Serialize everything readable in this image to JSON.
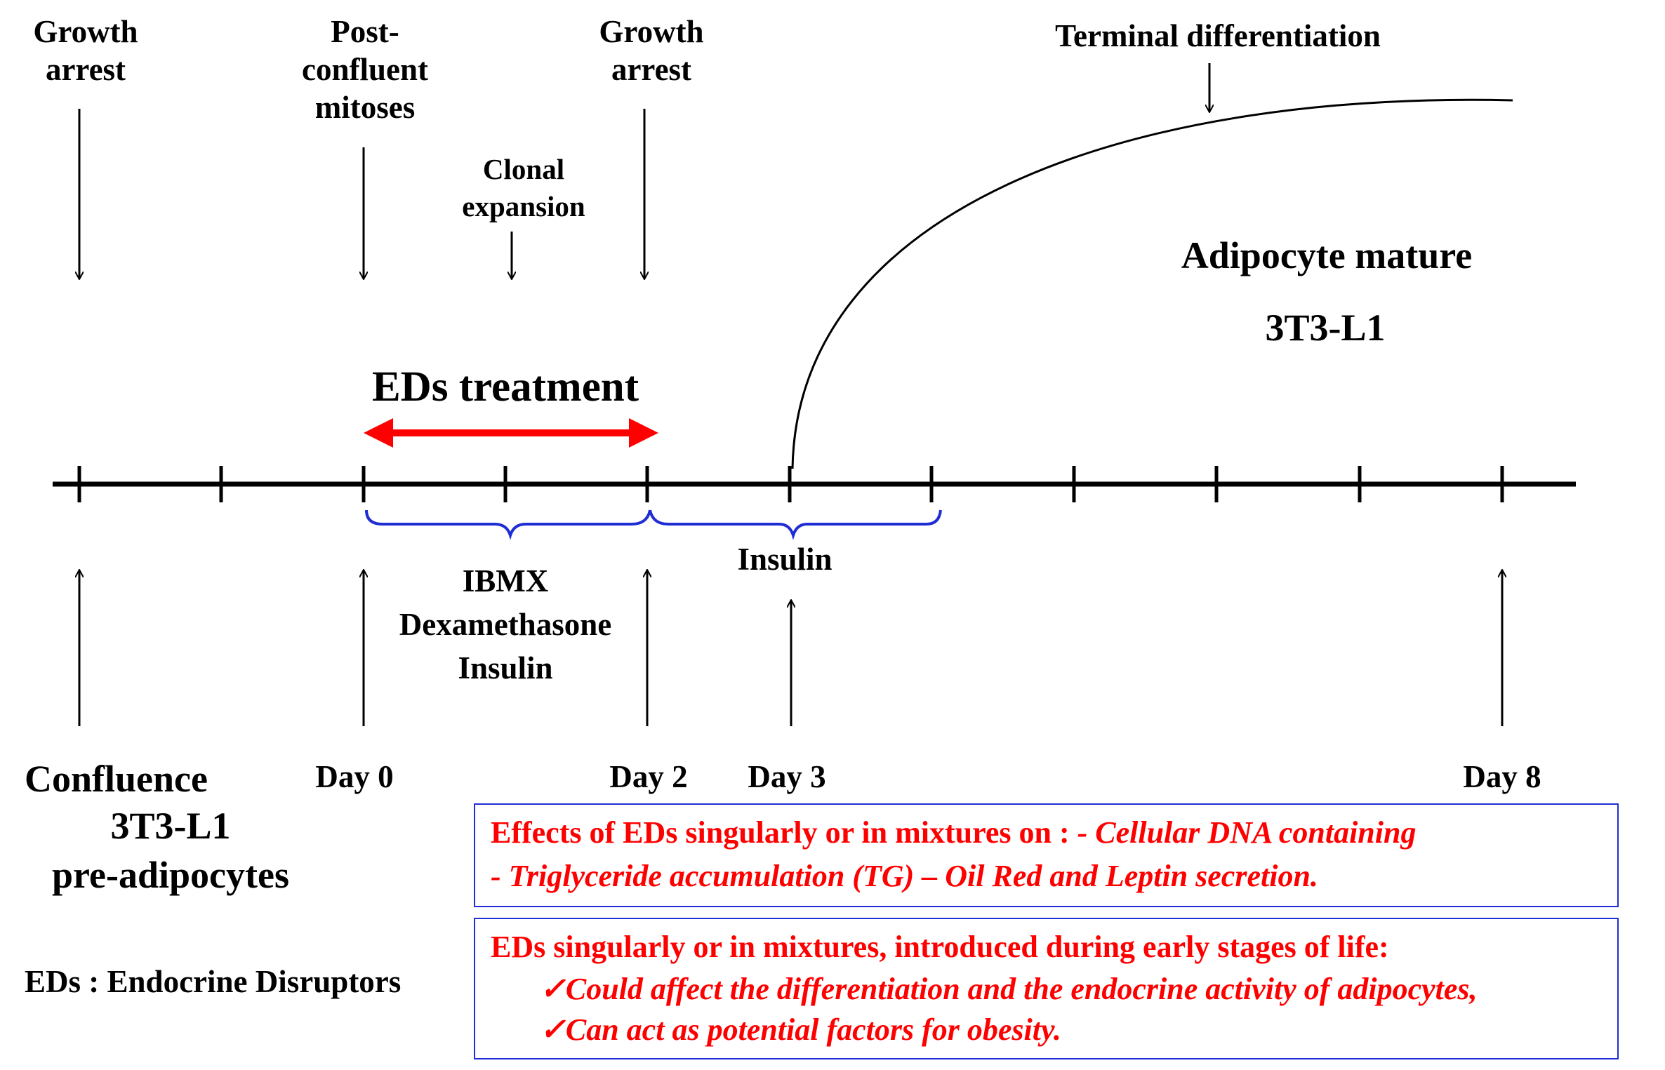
{
  "labels": {
    "growth_arrest_1": "Growth\narrest",
    "post_confluent": "Post-\nconfluent\nmitoses",
    "clonal_expansion": "Clonal\nexpansion",
    "growth_arrest_2": "Growth\narrest",
    "terminal_differentiation": "Terminal differentiation",
    "adipocyte_mature": "Adipocyte mature",
    "adipocyte_line": "3T3-L1",
    "eds_treatment": "EDs treatment",
    "induction_cocktail": "IBMX\nDexamethasone\nInsulin",
    "insulin": "Insulin",
    "confluence": "Confluence",
    "confluence_line": "3T3-L1",
    "preadipocytes": "pre-adipocytes",
    "day0": "Day 0",
    "day2": "Day 2",
    "day3": "Day 3",
    "day8": "Day 8",
    "abbreviation": "EDs : Endocrine Disruptors"
  },
  "effects_box": {
    "line1_lead": "Effects of EDs singularly or in mixtures on : ",
    "line1_item": "- Cellular DNA containing",
    "line2_item": " - Triglyceride  accumulation (TG) – Oil Red and Leptin secretion."
  },
  "conclusions_box": {
    "heading": "EDs singularly or in mixtures, introduced during early stages of life:",
    "item1": "✓Could affect the differentiation and the endocrine activity of adipocytes,",
    "item2": "✓Can act as potential factors for obesity."
  },
  "colors": {
    "timeline": "#000000",
    "treatment_arrow": "#ff0000",
    "brace": "#1f2ed4",
    "box_border": "#1f2ed4",
    "box_text": "#ff0000"
  }
}
